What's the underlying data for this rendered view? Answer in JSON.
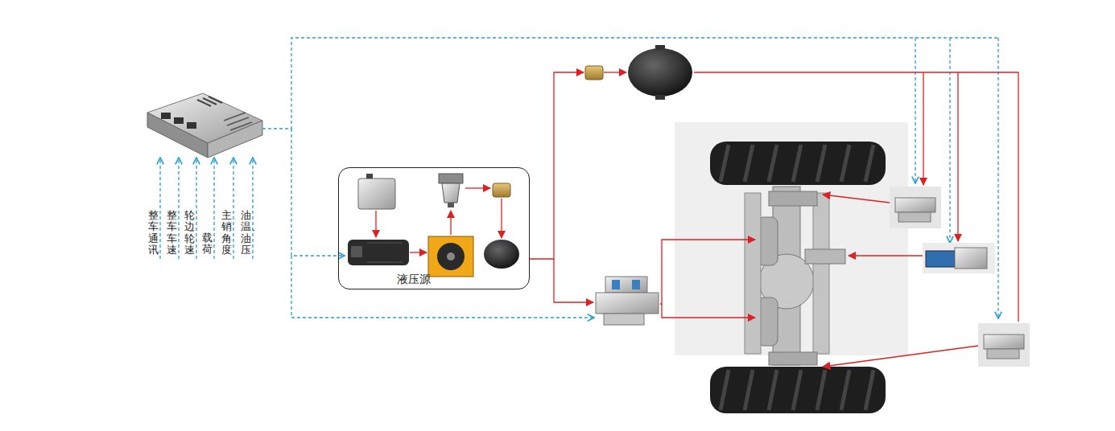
{
  "diagram": {
    "nodes": [
      {
        "text": [
          "液压源"
        ]
      }
    ],
    "labels": [
      "整车通讯",
      "整车车速",
      "轮边轮速",
      "载荷",
      "主销角度",
      "油温、油压"
    ]
  }
}
